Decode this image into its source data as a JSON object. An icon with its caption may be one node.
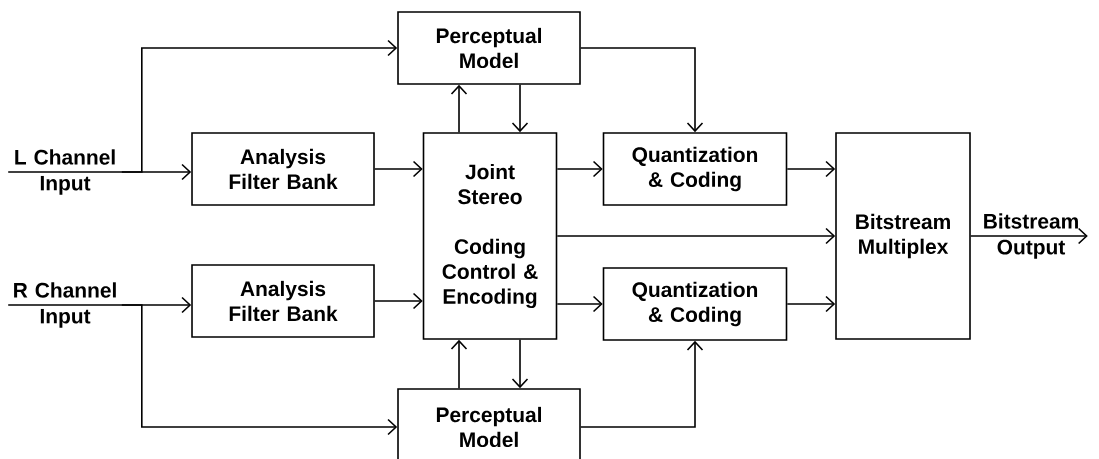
{
  "diagram": {
    "nodes": [
      {
        "text": [
          "Perceptual Model"
        ]
      },
      {
        "text": [
          "L Channel Input"
        ]
      },
      {
        "text": [
          "Analysis Filter Bank"
        ]
      },
      {
        "text": [
          "Joint Stereo",
          "Coding Control & Encoding"
        ]
      },
      {
        "text": [
          "Quantization & Coding"
        ]
      },
      {
        "text": [
          "Bitstream Multiplex"
        ]
      },
      {
        "text": [
          "Bitstream Output"
        ]
      },
      {
        "text": [
          "R Channel Input"
        ]
      },
      {
        "text": [
          "Analysis Filter Bank"
        ]
      },
      {
        "text": [
          "Quantization & Coding"
        ]
      },
      {
        "text": [
          "Perceptual Model"
        ]
      }
    ],
    "edges": [
      {
        "from": 1,
        "to": 2,
        "arrow": "to"
      },
      {
        "from": 1,
        "to": 0,
        "arrow": "to"
      },
      {
        "from": 2,
        "to": 3,
        "arrow": "to"
      },
      {
        "from": 3,
        "to": 0,
        "arrow": "to"
      },
      {
        "from": 0,
        "to": 3,
        "arrow": "to"
      },
      {
        "from": 0,
        "to": 4,
        "arrow": "to"
      },
      {
        "from": 3,
        "to": 4,
        "arrow": "to"
      },
      {
        "from": 3,
        "to": 5,
        "arrow": "to"
      },
      {
        "from": 4,
        "to": 5,
        "arrow": "to"
      },
      {
        "from": 3,
        "to": 9,
        "arrow": "to"
      },
      {
        "from": 9,
        "to": 5,
        "arrow": "to"
      },
      {
        "from": 5,
        "to": 6,
        "arrow": "to"
      },
      {
        "from": 7,
        "to": 8,
        "arrow": "to"
      },
      {
        "from": 7,
        "to": 10,
        "arrow": "to"
      },
      {
        "from": 8,
        "to": 3,
        "arrow": "to"
      },
      {
        "from": 3,
        "to": 10,
        "arrow": "to"
      },
      {
        "from": 10,
        "to": 3,
        "arrow": "to"
      },
      {
        "from": 10,
        "to": 9,
        "arrow": "to"
      }
    ]
  }
}
